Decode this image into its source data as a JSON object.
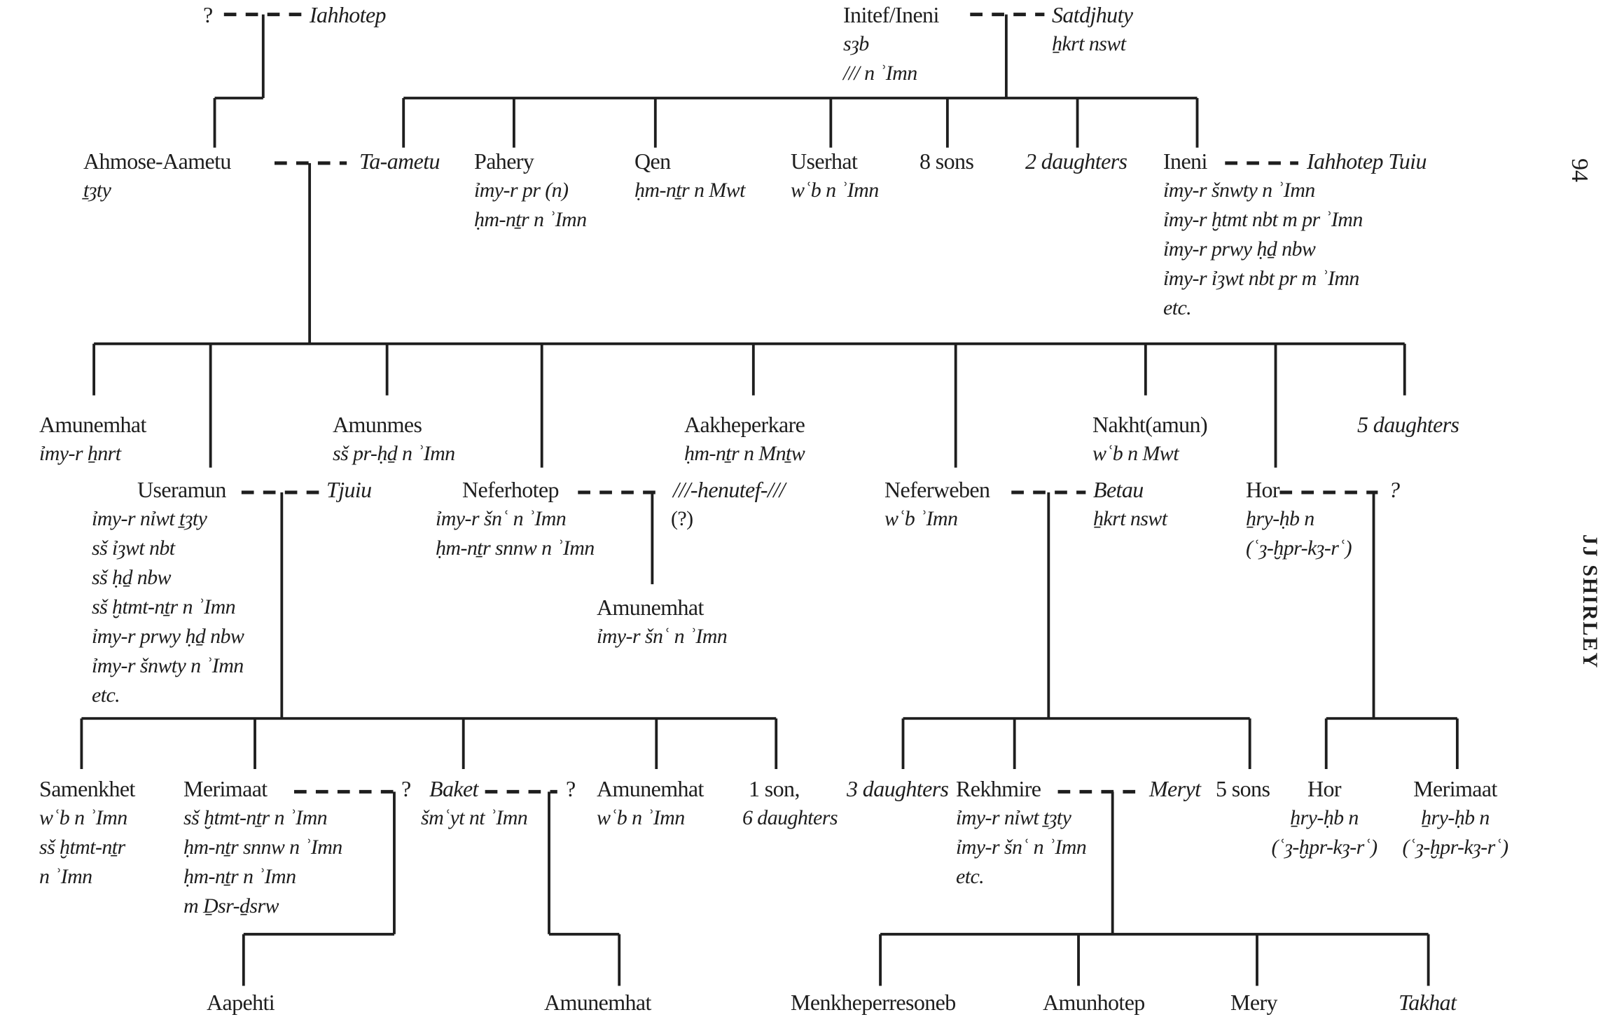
{
  "page": {
    "number": "94",
    "running_head": "JJ SHIRLEY"
  },
  "gen0": {
    "unknown": {
      "name": "?"
    },
    "iahhotep": {
      "name": "Iahhotep"
    },
    "initef": {
      "name": "Initef/Ineni",
      "titles": [
        "sȝb",
        "/// n ʾImn"
      ]
    },
    "satdjhuty": {
      "name": "Satdjhuty",
      "titles": [
        "ẖkrt nswt"
      ]
    }
  },
  "gen1": {
    "ahmose": {
      "name": "Ahmose-Aametu",
      "titles": [
        "ṯȝty"
      ]
    },
    "taametu": {
      "name": "Ta-ametu"
    },
    "pahery": {
      "name": "Pahery",
      "titles": [
        "ỉmy-r pr (n)",
        "ḥm-nṯr n ʾImn"
      ]
    },
    "qen": {
      "name": "Qen",
      "titles": [
        "ḥm-nṯr n Mwt"
      ]
    },
    "userhat": {
      "name": "Userhat",
      "titles": [
        "wʿb n ʾImn"
      ]
    },
    "sons8": {
      "name": "8 sons"
    },
    "daughters2": {
      "name": "2 daughters"
    },
    "ineni": {
      "name": "Ineni",
      "titles": [
        "ỉmy-r šnwty n ʾImn",
        "ỉmy-r ḫtmt nbt m pr ʾImn",
        "ỉmy-r prwy ḥḏ nbw",
        "ỉmy-r ỉȝwt nbt pr m ʾImn",
        "etc."
      ]
    },
    "iahhotep_tuiu": {
      "name": "Iahhotep Tuiu"
    }
  },
  "gen2": {
    "amunemhat": {
      "name": "Amunemhat",
      "titles": [
        "ỉmy-r ẖnrt"
      ]
    },
    "amunmes": {
      "name": "Amunmes",
      "titles": [
        "sš pr-ḥḏ n ʾImn"
      ]
    },
    "aakheperkare": {
      "name": "Aakheperkare",
      "titles": [
        "ḥm-nṯr n Mnṯw"
      ]
    },
    "nakht": {
      "name": "Nakht(amun)",
      "titles": [
        "wʿb n Mwt"
      ]
    },
    "daughters5": {
      "name": "5 daughters"
    },
    "useramun": {
      "name": "Useramun",
      "titles": [
        "ỉmy-r nỉwt ṯȝty",
        "sš ỉȝwt nbt",
        "sš ḥḏ nbw",
        "sš ḫtmt-nṯr n ʾImn",
        "ỉmy-r prwy ḥḏ nbw",
        "ỉmy-r šnwty n ʾImn",
        "etc."
      ]
    },
    "tjuiu": {
      "name": "Tjuiu"
    },
    "neferhotep": {
      "name": "Neferhotep",
      "titles": [
        "ỉmy-r šnʿ n ʾImn",
        "ḥm-nṯr snnw n ʾImn"
      ]
    },
    "henutef": {
      "name": "///-henutef-///",
      "titles": [
        "(?)"
      ]
    },
    "amunemhat_son": {
      "name": "Amunemhat",
      "titles": [
        "ỉmy-r šnʿ n ʾImn"
      ]
    },
    "neferweben": {
      "name": "Neferweben",
      "titles": [
        "wʿb ʾImn"
      ]
    },
    "betau": {
      "name": "Betau",
      "titles": [
        "ẖkrt nswt"
      ]
    },
    "hor": {
      "name": "Hor",
      "titles": [
        "ẖry-ḥb n",
        "(ʿȝ-ḫpr-kȝ-rʿ)"
      ]
    },
    "hor_spouse": {
      "name": "?"
    }
  },
  "gen3": {
    "samenkhet": {
      "name": "Samenkhet",
      "titles": [
        "wʿb n ʾImn",
        "sš ḫtmt-nṯr",
        "n ʾImn"
      ]
    },
    "merimaat": {
      "name": "Merimaat",
      "titles": [
        "sš ḫtmt-nṯr n ʾImn",
        "ḥm-nṯr snnw n ʾImn",
        "ḥm-nṯr n ʾImn",
        "m Ḏsr-ḏsrw"
      ]
    },
    "merimaat_spouse": {
      "name": "?"
    },
    "baket": {
      "name": "Baket",
      "titles": [
        "šmʿyt nt ʾImn"
      ]
    },
    "baket_spouse": {
      "name": "?"
    },
    "amunemhat": {
      "name": "Amunemhat",
      "titles": [
        "wʿb n ʾImn"
      ]
    },
    "son1": {
      "name": "1 son,",
      "titles": [
        "6 daughters"
      ]
    },
    "daughters3": {
      "name": "3 daughters"
    },
    "rekhmire": {
      "name": "Rekhmire",
      "titles": [
        "ỉmy-r nỉwt ṯȝty",
        "ỉmy-r šnʿ n ʾImn",
        "etc."
      ]
    },
    "meryt": {
      "name": "Meryt"
    },
    "sons5": {
      "name": "5 sons"
    },
    "hor": {
      "name": "Hor",
      "titles": [
        "ẖry-ḥb n",
        "(ʿȝ-ḫpr-kȝ-rʿ)"
      ]
    },
    "merimaat2": {
      "name": "Merimaat",
      "titles": [
        "ẖry-ḥb n",
        "(ʿȝ-ḫpr-kȝ-rʿ)"
      ]
    }
  },
  "gen4": {
    "aapehti": {
      "name": "Aapehti"
    },
    "amunemhat": {
      "name": "Amunemhat"
    },
    "menkheperresoneb": {
      "name": "Menkheperresoneb"
    },
    "amunhotep": {
      "name": "Amunhotep"
    },
    "mery": {
      "name": "Mery"
    },
    "takhat": {
      "name": "Takhat"
    }
  }
}
